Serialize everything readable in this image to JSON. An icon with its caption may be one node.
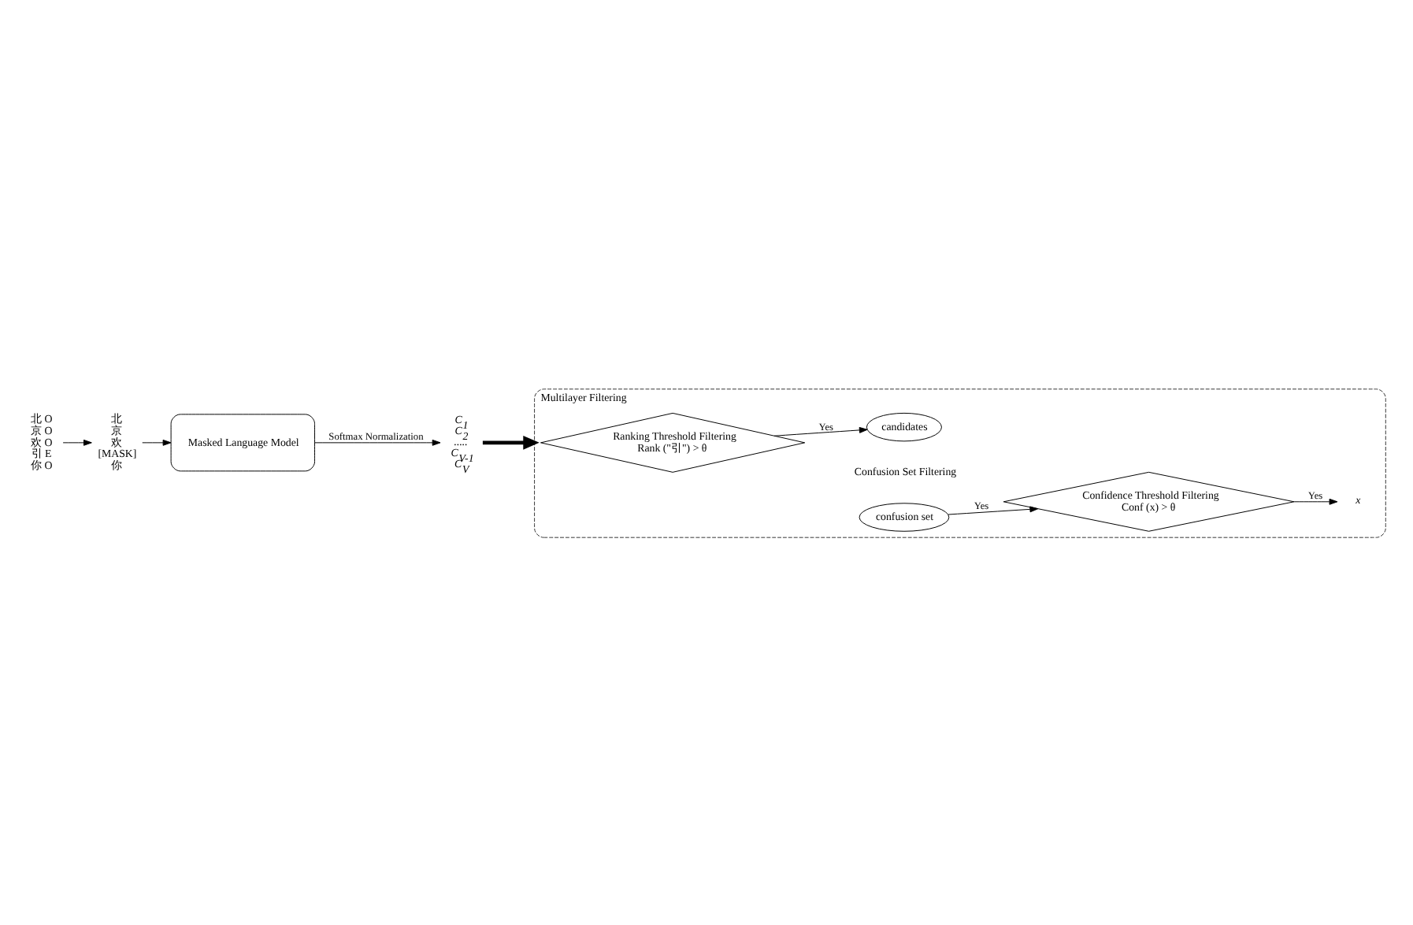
{
  "diagram": {
    "nodes": [
      {
        "text": [
          "北 O",
          "京 O",
          "欢 O",
          "引 E",
          "你 O"
        ]
      },
      {
        "text": [
          "北",
          "京",
          "欢",
          "[MASK]",
          "你"
        ]
      },
      {
        "text": [
          "Masked Language Model"
        ]
      },
      {
        "text": [
          "C$_{1}$",
          "C$_{2}$",
          ".....",
          "C$_{V-1}$",
          "C$_{V}$"
        ]
      },
      {
        "text": [
          "Multilayer Filtering"
        ]
      },
      {
        "text": [
          "Ranking Threshold Filtering",
          "Rank (\"引\") > θ"
        ],
        "in": 4
      },
      {
        "text": [
          "Confusion Set Filtering"
        ],
        "in": 4
      },
      {
        "text": [
          "candidates"
        ],
        "in": 4
      },
      {
        "text": [
          "confusion set"
        ],
        "in": 4
      },
      {
        "text": [
          "Confidence Threshold Filtering",
          "Conf (x) > θ"
        ],
        "in": 4
      },
      {
        "text": [
          "x"
        ],
        "in": 4
      }
    ],
    "edges": [
      {
        "from": 0,
        "to": 1,
        "arrow": "to"
      },
      {
        "from": 1,
        "to": 2,
        "arrow": "to"
      },
      {
        "from": 2,
        "to": 3,
        "arrow": "to",
        "label": "Softmax Normalization"
      },
      {
        "from": 3,
        "to": 4,
        "arrow": "to",
        "style": "thick"
      },
      {
        "from": 5,
        "to": 7,
        "arrow": "to",
        "label": "Yes"
      },
      {
        "from": 8,
        "to": 9,
        "arrow": "to",
        "label": "Yes"
      },
      {
        "from": 9,
        "to": 10,
        "arrow": "to",
        "label": "Yes"
      }
    ]
  }
}
